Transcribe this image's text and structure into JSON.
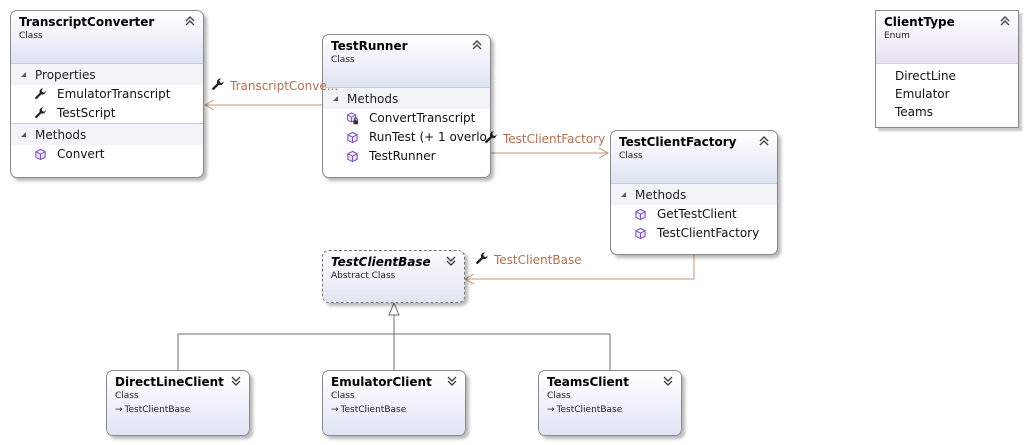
{
  "colors": {
    "connector": "#c0977a",
    "inheritance": "#6e6e6e",
    "association_text": "#b07050",
    "method_icon": "#7b4fb3",
    "wrench_icon": "#222222"
  },
  "classes": {
    "transcript_converter": {
      "name": "TranscriptConverter",
      "stereotype": "Class",
      "properties_label": "Properties",
      "properties": [
        "EmulatorTranscript",
        "TestScript"
      ],
      "methods_label": "Methods",
      "methods": [
        "Convert"
      ]
    },
    "test_runner": {
      "name": "TestRunner",
      "stereotype": "Class",
      "methods_label": "Methods",
      "methods": [
        "ConvertTranscript",
        "RunTest (+ 1 overlo...",
        "TestRunner"
      ]
    },
    "test_client_factory": {
      "name": "TestClientFactory",
      "stereotype": "Class",
      "methods_label": "Methods",
      "methods": [
        "GetTestClient",
        "TestClientFactory"
      ]
    },
    "test_client_base": {
      "name": "TestClientBase",
      "stereotype": "Abstract Class"
    },
    "direct_line_client": {
      "name": "DirectLineClient",
      "stereotype": "Class",
      "base": "TestClientBase"
    },
    "emulator_client": {
      "name": "EmulatorClient",
      "stereotype": "Class",
      "base": "TestClientBase"
    },
    "teams_client": {
      "name": "TeamsClient",
      "stereotype": "Class",
      "base": "TestClientBase"
    },
    "client_type": {
      "name": "ClientType",
      "stereotype": "Enum",
      "values": [
        "DirectLine",
        "Emulator",
        "Teams"
      ]
    }
  },
  "associations": {
    "transcript_converter": "TranscriptConve...",
    "test_client_factory": "TestClientFactory",
    "test_client_base": "TestClientBase"
  }
}
